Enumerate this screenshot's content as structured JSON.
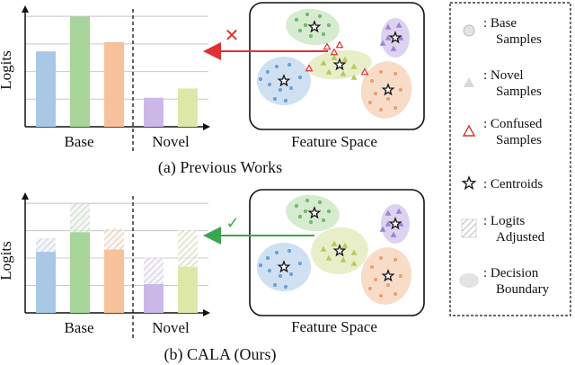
{
  "colors": {
    "base": [
      "#a9c8e6",
      "#a7d49a",
      "#f7c19a"
    ],
    "novel": [
      "#cbb8e8",
      "#dde8a8"
    ],
    "arrow_bad": "#e03030",
    "arrow_good": "#3aa64e",
    "cluster": {
      "blue": "#cfe0f2",
      "green": "#d6ebcf",
      "lime": "#e8efc8",
      "purple": "#ddd2f0",
      "orange": "#f8dcc8"
    }
  },
  "panel_a": {
    "caption": "(a) Previous Works",
    "y_axis_label": "Logits",
    "group_base": "Base",
    "group_novel": "Novel",
    "feature_label": "Feature Space",
    "status_mark": "✕",
    "chart_data": {
      "type": "bar",
      "categories": [
        "Base",
        "Base",
        "Base",
        "Novel",
        "Novel"
      ],
      "values": [
        0.65,
        0.95,
        0.73,
        0.25,
        0.33
      ],
      "ylim": [
        0,
        1
      ]
    }
  },
  "panel_b": {
    "caption": "(b) CALA (Ours)",
    "y_axis_label": "Logits",
    "group_base": "Base",
    "group_novel": "Novel",
    "feature_label": "Feature Space",
    "status_mark": "✓",
    "chart_data": {
      "type": "bar",
      "categories": [
        "Base",
        "Base",
        "Base",
        "Novel",
        "Novel"
      ],
      "values": [
        0.53,
        0.7,
        0.55,
        0.25,
        0.4
      ],
      "adjusted": [
        0.65,
        0.95,
        0.73,
        0.48,
        0.72
      ],
      "ylim": [
        0,
        1
      ]
    }
  },
  "legend": {
    "items": [
      {
        "icon": "circle",
        "lines": [
          ":  Base",
          "Samples"
        ]
      },
      {
        "icon": "triangle-gray",
        "lines": [
          ":  Novel",
          "Samples"
        ]
      },
      {
        "icon": "triangle-red",
        "lines": [
          ":  Confused",
          "Samples"
        ]
      },
      {
        "icon": "star",
        "lines": [
          ":  Centroids"
        ]
      },
      {
        "icon": "hatch",
        "lines": [
          ":  Logits",
          "Adjusted"
        ]
      },
      {
        "icon": "ellipse",
        "lines": [
          ":  Decision",
          "Boundary"
        ]
      }
    ]
  }
}
